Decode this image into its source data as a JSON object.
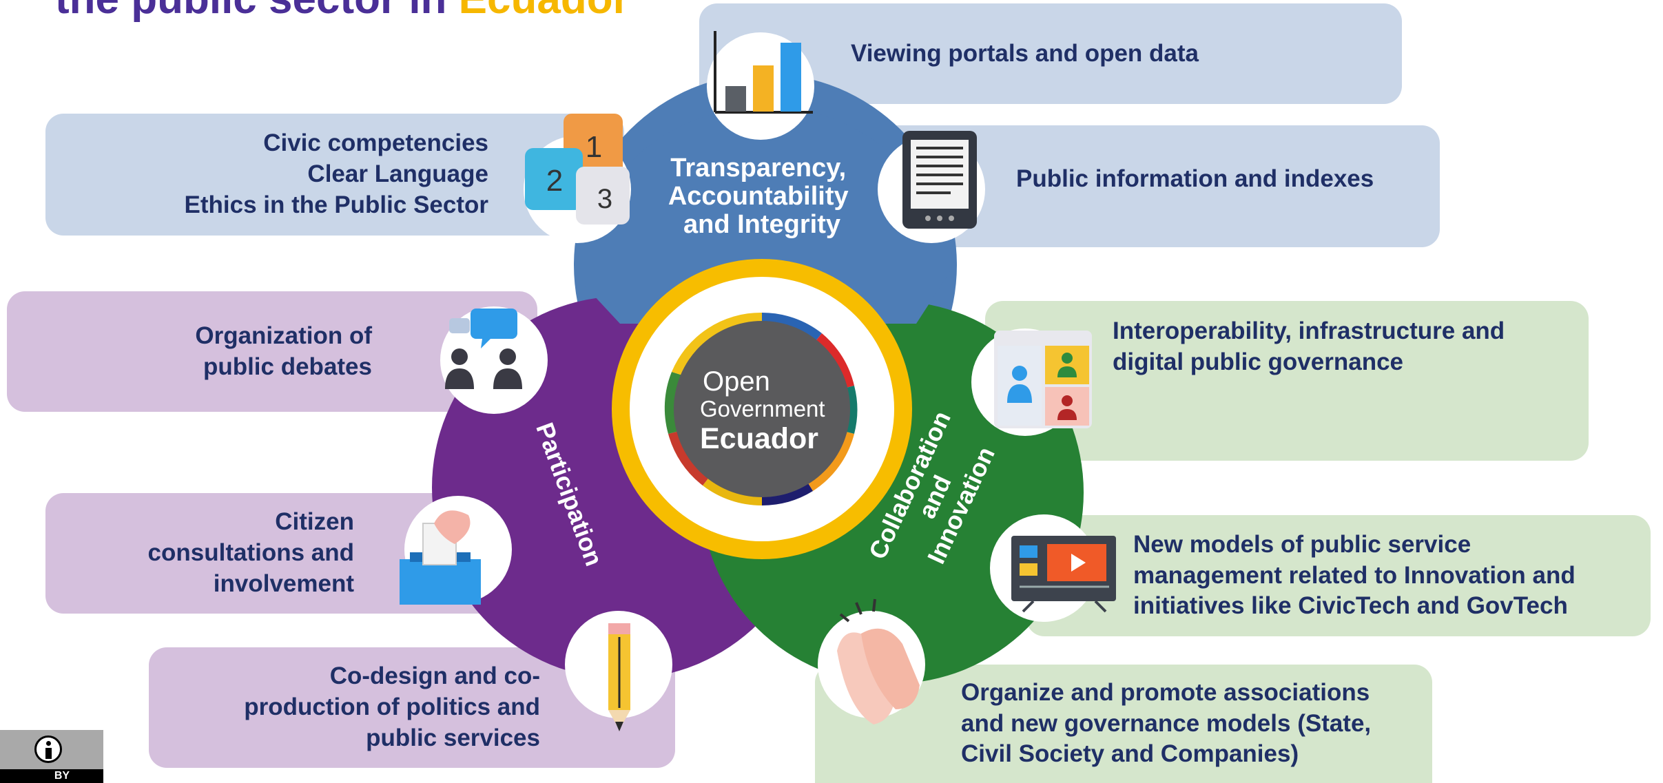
{
  "title": {
    "line": "the public sector in ",
    "highlight": "Ecuador"
  },
  "pillars": {
    "transparency": "Transparency, Accountability and Integrity",
    "participation": "Participation",
    "collaboration": "Collaboration and Innovation"
  },
  "logo": {
    "open": "Open",
    "government": "Government",
    "country": "Ecuador"
  },
  "boxes": {
    "viewing": "Viewing portals and open data",
    "public_info": "Public information and indexes",
    "civic": [
      "Civic competencies",
      "Clear Language",
      "Ethics in the Public Sector"
    ],
    "debates": [
      "Organization of",
      "public debates"
    ],
    "consultations": [
      "Citizen",
      "consultations and",
      "involvement"
    ],
    "codesign": [
      "Co-design and co-",
      "production of politics and",
      "public services"
    ],
    "interop": [
      "Interoperability, infrastructure and",
      "digital public governance"
    ],
    "new_models": [
      "New models of public service",
      "management related to Innovation and",
      "initiatives like CivicTech and GovTech"
    ],
    "associations": [
      "Organize and promote associations",
      "and new governance models (State,",
      "Civil Society and Companies)"
    ]
  },
  "license": {
    "label": "BY"
  },
  "colors": {
    "title": "#4a2f97",
    "highlight": "#f6b700",
    "text": "#1f2f66",
    "transparency": "#4e7db6",
    "participation": "#6d2b8c",
    "collaboration": "#268134",
    "ring": "#f7bd00",
    "logo_bg": "#5a5a5c"
  },
  "icons": [
    "bar-chart-icon",
    "ebook-reader-icon",
    "numbered-blocks-icon",
    "chat-people-icon",
    "ballot-box-icon",
    "pencil-icon",
    "video-call-icon",
    "tv-play-icon",
    "clapping-hands-icon"
  ]
}
